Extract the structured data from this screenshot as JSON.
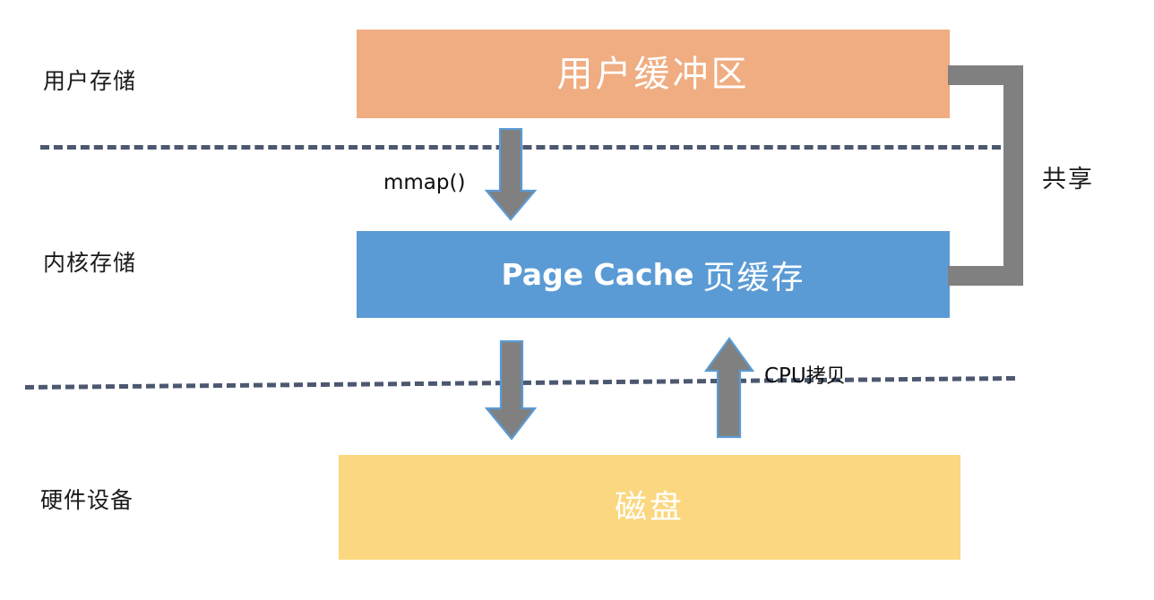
{
  "diagram": {
    "title": "mmap page cache data flow diagram",
    "background_color": "#ffffff",
    "layer_labels": [
      {
        "text": "用户存储",
        "name": "user-storage"
      },
      {
        "text": "内核存储",
        "name": "kernel-storage"
      },
      {
        "text": "硬件设备",
        "name": "hardware-device"
      }
    ],
    "blocks": {
      "user_buffer": {
        "label": "用户缓冲区",
        "color": "#EFAD81",
        "text_color": "#ffffff"
      },
      "page_cache": {
        "label_en": "Page Cache",
        "label_cn": "页缓存",
        "color": "#5B9BD5",
        "text_color": "#ffffff"
      },
      "disk": {
        "label": "磁盘",
        "color": "#FBD77F",
        "text_color": "#ffffff"
      }
    },
    "arrows": [
      {
        "name": "mmap-arrow",
        "direction": "down",
        "label": "mmap()",
        "color": "#808080",
        "outline_color": "#5B9BD5"
      },
      {
        "name": "write-arrow",
        "direction": "down",
        "label": "",
        "color": "#808080",
        "outline_color": "#5B9BD5"
      },
      {
        "name": "cpu-copy-arrow",
        "direction": "up",
        "label": "CPU拷贝",
        "color": "#808080",
        "outline_color": "#5B9BD5"
      }
    ],
    "labels": {
      "mmap": "mmap()",
      "cpu_copy_en": "CPU",
      "cpu_copy_cn": "拷贝",
      "share": "共享"
    },
    "boundaries": {
      "line_color": "#4C5870",
      "style": "dashed"
    },
    "bracket": {
      "name": "share-bracket",
      "color": "#808080",
      "label": "共享"
    }
  }
}
